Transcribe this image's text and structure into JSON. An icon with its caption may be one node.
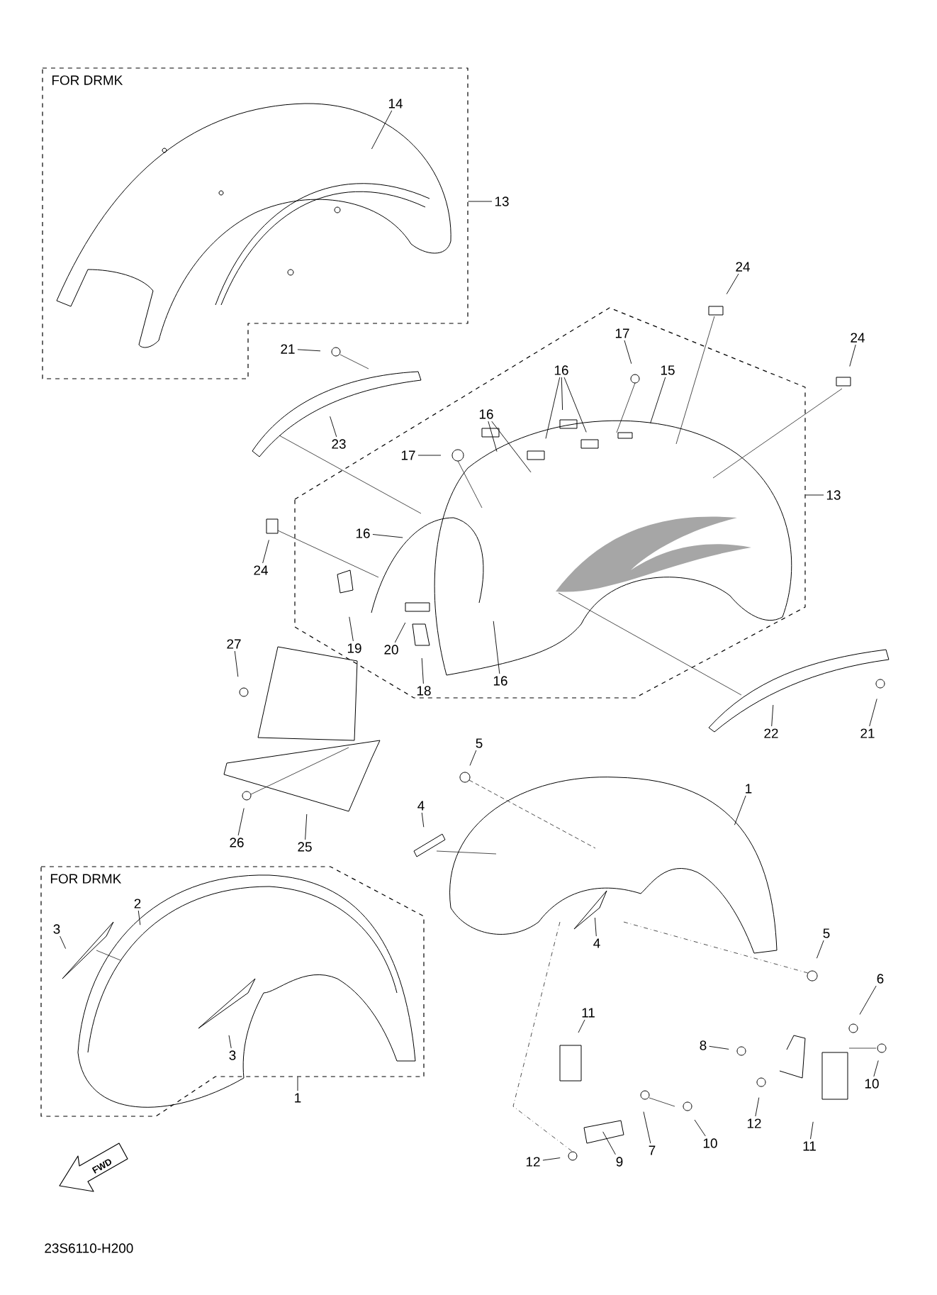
{
  "diagram": {
    "nodes": [
      {
        "text": [
          "FOR DRMK"
        ]
      },
      {
        "text": [
          "14"
        ],
        "in": 0
      },
      {
        "text": [
          "13"
        ]
      },
      {
        "text": [],
        "shape": "hexagon"
      },
      {
        "text": [
          "13"
        ]
      },
      {
        "text": [
          "24"
        ]
      },
      {
        "text": [
          "24"
        ]
      },
      {
        "text": [
          "17"
        ],
        "in": 3
      },
      {
        "text": [
          "15"
        ],
        "in": 3
      },
      {
        "text": [
          "16"
        ],
        "in": 3
      },
      {
        "text": [
          "16"
        ],
        "in": 3
      },
      {
        "text": [
          "17"
        ],
        "in": 3
      },
      {
        "text": [
          "16"
        ],
        "in": 3
      },
      {
        "text": [
          "24"
        ]
      },
      {
        "text": [
          "19"
        ],
        "in": 3
      },
      {
        "text": [
          "20"
        ],
        "in": 3
      },
      {
        "text": [
          "18"
        ],
        "in": 3
      },
      {
        "text": [
          "16"
        ],
        "in": 3
      },
      {
        "text": [
          "21"
        ]
      },
      {
        "text": [
          "23"
        ]
      },
      {
        "text": [
          "27"
        ]
      },
      {
        "text": [
          "26"
        ]
      },
      {
        "text": [
          "25"
        ]
      },
      {
        "text": [
          "22"
        ]
      },
      {
        "text": [
          "21"
        ]
      },
      {
        "text": [
          "5"
        ]
      },
      {
        "text": [
          "4"
        ]
      },
      {
        "text": [
          "1"
        ]
      },
      {
        "text": [
          "4"
        ]
      },
      {
        "text": [
          "5"
        ]
      },
      {
        "text": [
          "6"
        ]
      },
      {
        "text": [
          "8"
        ]
      },
      {
        "text": [
          "10"
        ]
      },
      {
        "text": [
          "11"
        ]
      },
      {
        "text": [
          "7"
        ]
      },
      {
        "text": [
          "10"
        ]
      },
      {
        "text": [
          "12"
        ]
      },
      {
        "text": [
          "11"
        ]
      },
      {
        "text": [
          "9"
        ]
      },
      {
        "text": [
          "12"
        ]
      },
      {
        "text": [
          "FOR DRMK"
        ]
      },
      {
        "text": [
          "2"
        ],
        "in": 40
      },
      {
        "text": [
          "3"
        ],
        "in": 40
      },
      {
        "text": [
          "3"
        ],
        "in": 40
      },
      {
        "text": [
          "1"
        ]
      }
    ],
    "edges": [
      {
        "from": 1,
        "to": null,
        "arrow": "none"
      },
      {
        "from": 2,
        "to": 0,
        "arrow": "none"
      },
      {
        "from": 4,
        "to": 3,
        "arrow": "none"
      },
      {
        "from": 5,
        "to": null,
        "arrow": "none"
      },
      {
        "from": 6,
        "to": null,
        "arrow": "none"
      },
      {
        "from": 7,
        "to": null,
        "arrow": "none"
      },
      {
        "from": 8,
        "to": null,
        "arrow": "none"
      },
      {
        "from": 9,
        "to": null,
        "arrow": "none"
      },
      {
        "from": 9,
        "to": null,
        "arrow": "none"
      },
      {
        "from": 9,
        "to": null,
        "arrow": "none"
      },
      {
        "from": 10,
        "to": null,
        "arrow": "none"
      },
      {
        "from": 10,
        "to": null,
        "arrow": "none"
      },
      {
        "from": 11,
        "to": null,
        "arrow": "none"
      },
      {
        "from": 12,
        "to": null,
        "arrow": "none"
      },
      {
        "from": 13,
        "to": null,
        "arrow": "none"
      },
      {
        "from": 14,
        "to": null,
        "arrow": "none"
      },
      {
        "from": 15,
        "to": null,
        "arrow": "none"
      },
      {
        "from": 16,
        "to": null,
        "arrow": "none"
      },
      {
        "from": 17,
        "to": null,
        "arrow": "none"
      },
      {
        "from": 18,
        "to": null,
        "arrow": "none"
      },
      {
        "from": 19,
        "to": null,
        "arrow": "none"
      },
      {
        "from": 20,
        "to": null,
        "arrow": "none"
      },
      {
        "from": 21,
        "to": null,
        "arrow": "none"
      },
      {
        "from": 22,
        "to": null,
        "arrow": "none"
      },
      {
        "from": 23,
        "to": null,
        "arrow": "none"
      },
      {
        "from": 24,
        "to": null,
        "arrow": "none"
      },
      {
        "from": 25,
        "to": null,
        "arrow": "none"
      },
      {
        "from": 26,
        "to": null,
        "arrow": "none"
      },
      {
        "from": 27,
        "to": null,
        "arrow": "none"
      },
      {
        "from": 28,
        "to": null,
        "arrow": "none"
      },
      {
        "from": 29,
        "to": null,
        "arrow": "none"
      },
      {
        "from": 30,
        "to": null,
        "arrow": "none"
      },
      {
        "from": 31,
        "to": null,
        "arrow": "none"
      },
      {
        "from": 32,
        "to": null,
        "arrow": "none"
      },
      {
        "from": 33,
        "to": null,
        "arrow": "none"
      },
      {
        "from": 34,
        "to": null,
        "arrow": "none"
      },
      {
        "from": 35,
        "to": null,
        "arrow": "none"
      },
      {
        "from": 36,
        "to": null,
        "arrow": "none"
      },
      {
        "from": 37,
        "to": null,
        "arrow": "none"
      },
      {
        "from": 38,
        "to": null,
        "arrow": "none"
      },
      {
        "from": 39,
        "to": null,
        "arrow": "none"
      },
      {
        "from": 41,
        "to": null,
        "arrow": "none"
      },
      {
        "from": 42,
        "to": null,
        "arrow": "none"
      },
      {
        "from": 43,
        "to": null,
        "arrow": "none"
      },
      {
        "from": 44,
        "to": 40,
        "arrow": "none"
      }
    ],
    "labels": [
      "FWD",
      "23S6110-H200"
    ]
  }
}
